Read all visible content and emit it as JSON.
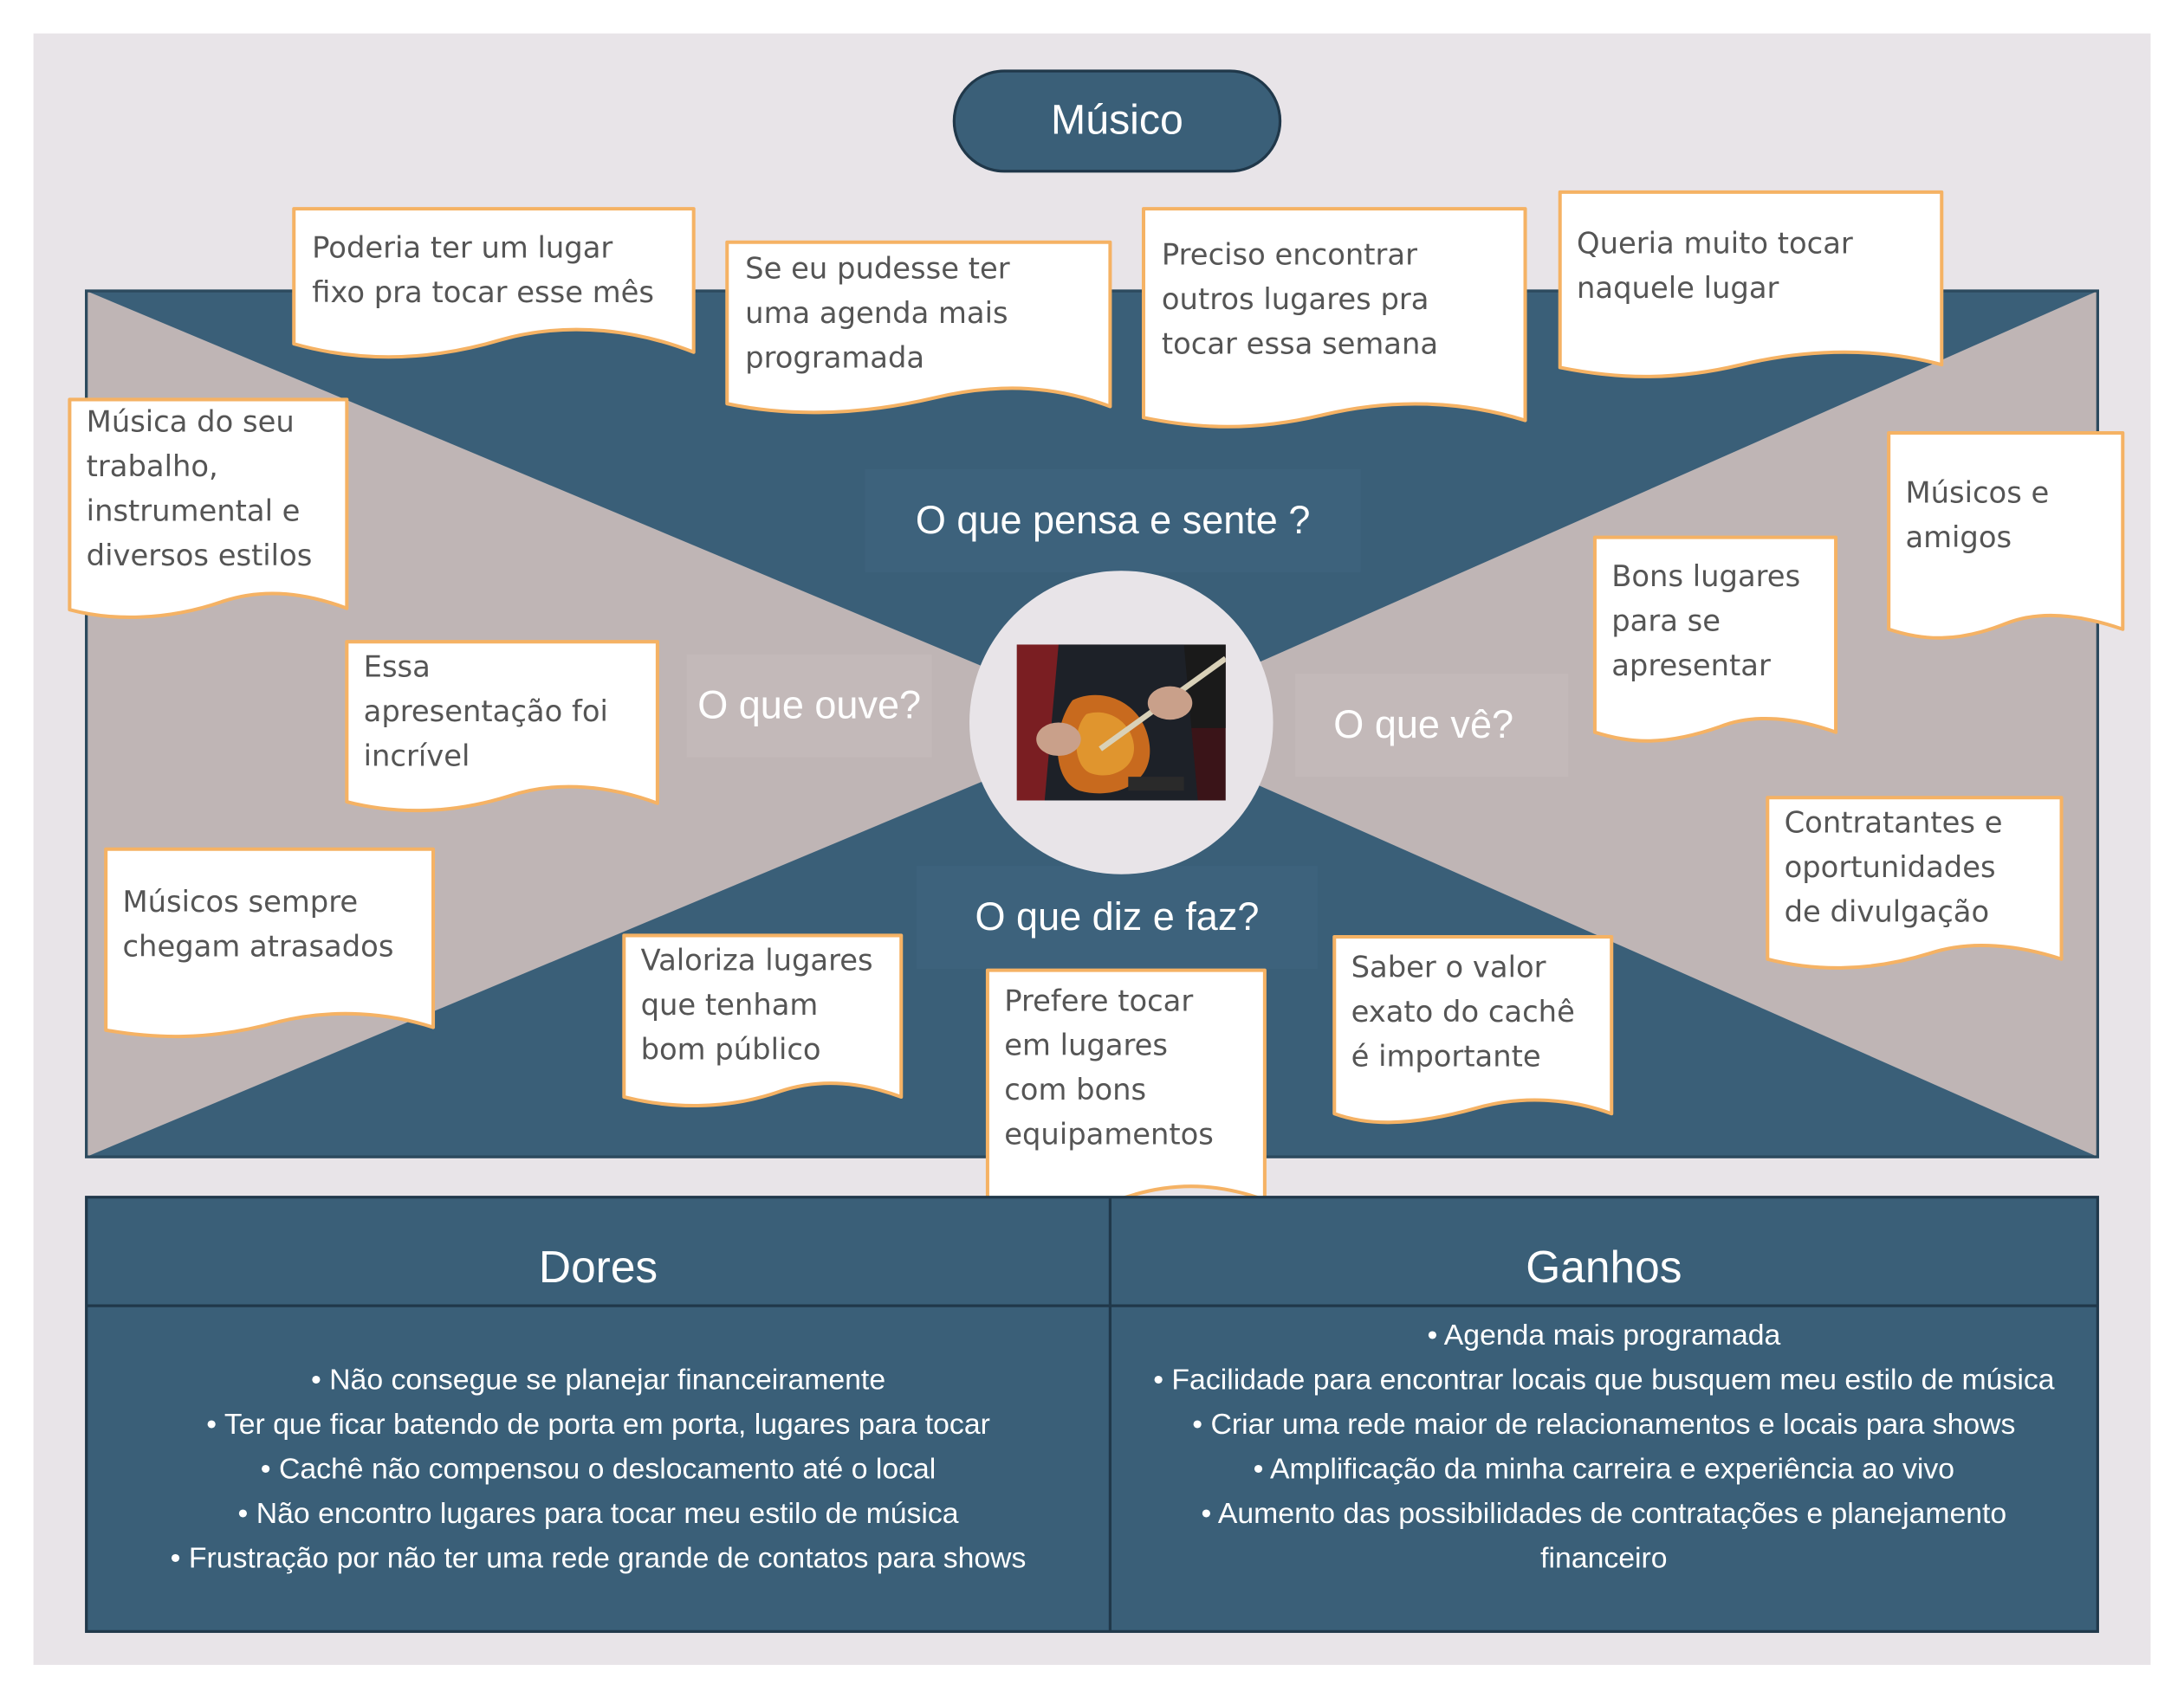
{
  "title": "Músico",
  "quadrants": {
    "top": "O que pensa e sente ?",
    "left": "O que ouve?",
    "right": "O que vê?",
    "bottom": "O que diz e faz?"
  },
  "notes": {
    "think_feel": [
      "Poderia ter um lugar\nfixo pra tocar esse mês",
      "Se eu pudesse ter\numa agenda mais\nprogramada",
      "Preciso encontrar\noutros lugares pra\ntocar essa semana",
      "Queria muito tocar\nnaquele lugar"
    ],
    "hear": [
      "Música do seu\ntrabalho,\ninstrumental e\ndiversos estilos",
      "Essa\napresentação foi\nincrível",
      "Músicos sempre\nchegam atrasados"
    ],
    "see": [
      "Músicos e\namigos",
      "Bons lugares\npara se\napresentar",
      "Contratantes e\noportunidades\nde divulgação"
    ],
    "say_do": [
      "Valoriza lugares\nque tenham\nbom público",
      "Prefere tocar\nem lugares\ncom bons\nequipamentos",
      "Saber o valor\nexato do cachê\né importante"
    ]
  },
  "pains": {
    "title": "Dores",
    "items": [
      "Não consegue se planejar financeiramente",
      "Ter que ficar batendo de porta em porta, lugares para tocar",
      "Cachê não compensou o deslocamento até o local",
      "Não encontro lugares para tocar meu estilo de música",
      "Frustração por não ter uma rede grande de contatos para shows"
    ]
  },
  "gains": {
    "title": "Ganhos",
    "items": [
      "Agenda mais programada",
      "Facilidade para encontrar locais que busquem meu estilo de música",
      "Criar uma rede maior de relacionamentos e locais para shows",
      "Amplificação da minha carreira e experiência ao vivo",
      "Aumento das possibilidades de contratações e planejamento financeiro"
    ]
  },
  "colors": {
    "navy": "#3a5f78",
    "taupe": "#bfb5b5",
    "note_border": "#f5b264",
    "background": "#e8e4e8"
  }
}
